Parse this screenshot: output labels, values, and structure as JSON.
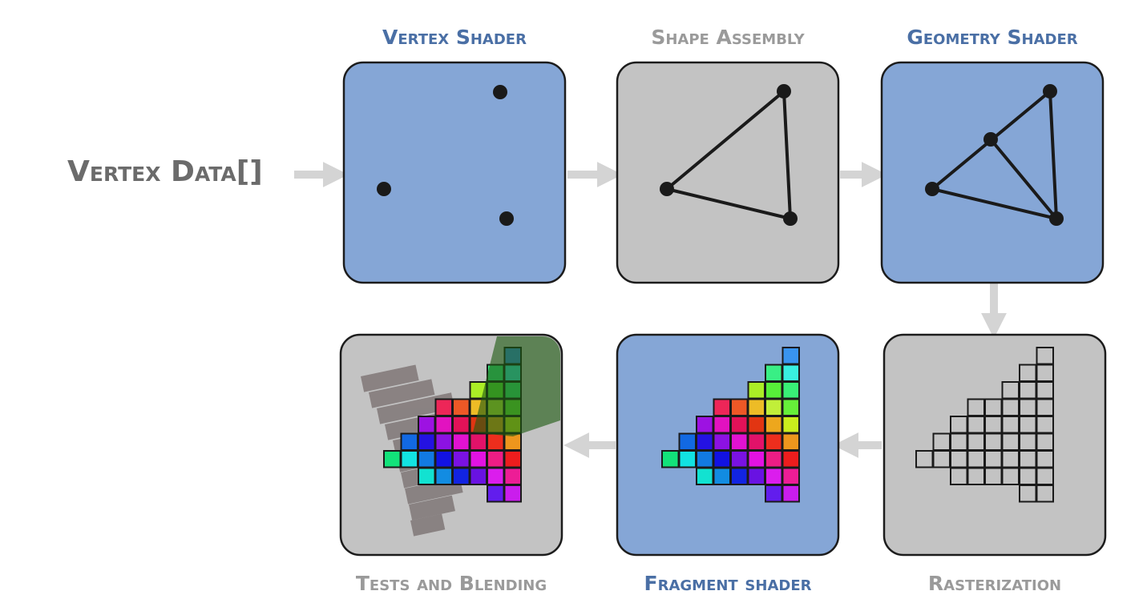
{
  "colors": {
    "shader_stage_fill": "#85a6d6",
    "fixed_stage_fill": "#c3c3c3",
    "stage_border": "#1c1c1c",
    "arrow": "#d4d4d4",
    "label_blue": "#4a6fa5",
    "label_gray": "#9a9a9a"
  },
  "input": {
    "label": "Vertex Data[]"
  },
  "stages": [
    {
      "label": "Vertex Shader",
      "icon": "vertex-points-icon",
      "programmable": true
    },
    {
      "label": "Shape Assembly",
      "icon": "triangle-outline-icon",
      "programmable": false
    },
    {
      "label": "Geometry Shader",
      "icon": "subdivided-triangle-icon",
      "programmable": true
    },
    {
      "label": "Rasterization",
      "icon": "pixel-grid-icon",
      "programmable": false
    },
    {
      "label": "Fragment shader",
      "icon": "colored-pixels-icon",
      "programmable": true
    },
    {
      "label": "Tests and Blending",
      "icon": "blended-pixels-icon",
      "programmable": false
    }
  ]
}
